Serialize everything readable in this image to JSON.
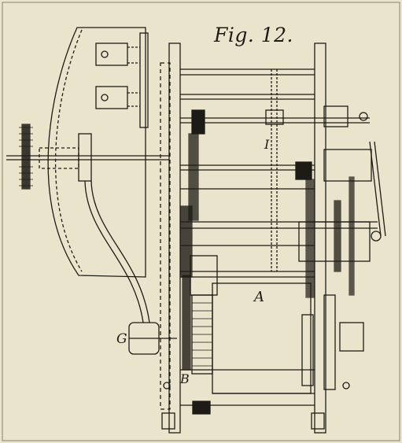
{
  "figure": {
    "title": "Fig. 12.",
    "labels": {
      "I": "I",
      "A": "A",
      "G": "G",
      "B": "B"
    }
  },
  "colors": {
    "paper": "#ebe4cc",
    "ink": "#1d1b16"
  }
}
